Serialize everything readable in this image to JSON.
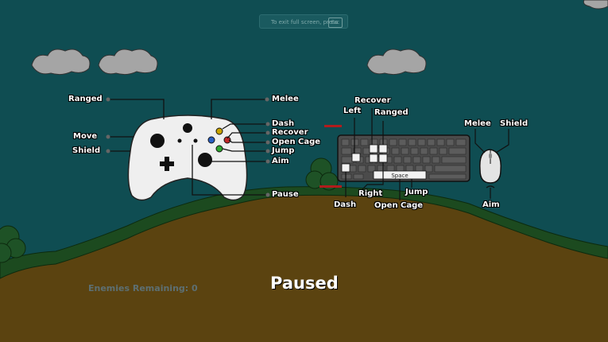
{
  "fullscreen_prompt": {
    "label": "To exit full screen, press",
    "key": "Esc"
  },
  "controller": {
    "ranged": "Ranged",
    "move": "Move",
    "shield": "Shield",
    "melee": "Melee",
    "dash": "Dash",
    "recover": "Recover",
    "open_cage": "Open Cage",
    "jump": "Jump",
    "aim": "Aim",
    "pause": "Pause"
  },
  "keyboard": {
    "recover": "Recover",
    "left": "Left",
    "ranged": "Ranged",
    "right": "Right",
    "jump": "Jump",
    "dash": "Dash",
    "open_cage": "Open Cage",
    "space_key": "Space"
  },
  "mouse": {
    "melee": "Melee",
    "shield": "Shield",
    "aim": "Aim"
  },
  "hud": {
    "enemies_remaining": "Enemies Remaining: 0",
    "status": "Paused"
  },
  "colors": {
    "sky": "#0f4d52",
    "ground": "#5b4310",
    "grass": "#1c4a1f",
    "cloud": "#a5a5a5",
    "controller": "#efefef",
    "keyboard": "#4b4b4b"
  }
}
